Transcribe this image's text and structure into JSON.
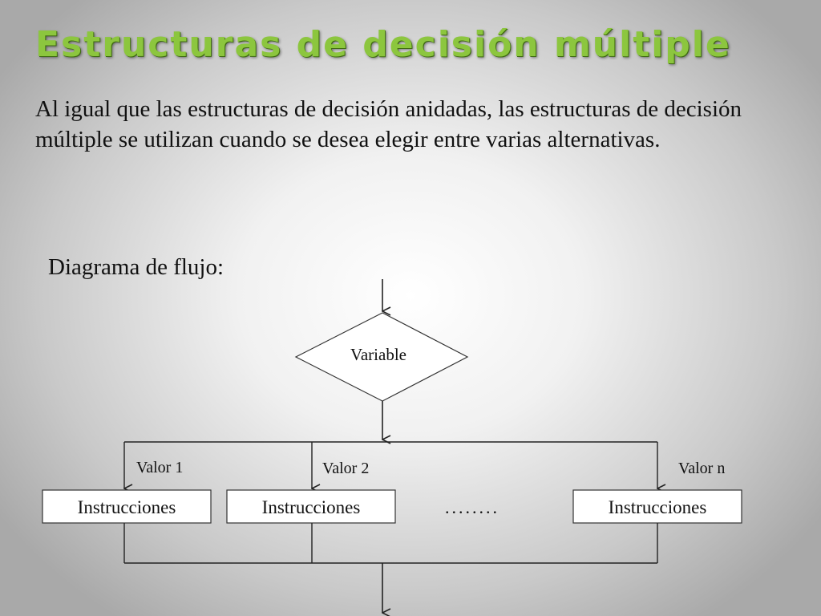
{
  "title": "Estructuras de decisión múltiple",
  "intro": "Al igual que las estructuras de decisión anidadas, las estructuras de decisión múltiple se utilizan cuando se desea elegir entre varias alternativas.",
  "diagram_heading": "Diagrama de flujo:",
  "flowchart": {
    "decision_label": "Variable",
    "branches": [
      {
        "value_label": "Valor 1",
        "box_label": "Instrucciones"
      },
      {
        "value_label": "Valor 2",
        "box_label": "Instrucciones"
      },
      {
        "value_label": "Valor n",
        "box_label": "Instrucciones"
      }
    ],
    "ellipsis": "........"
  },
  "colors": {
    "title": "#8cc63e",
    "text": "#111111",
    "lines": "#222222",
    "box_fill": "#ffffff"
  }
}
